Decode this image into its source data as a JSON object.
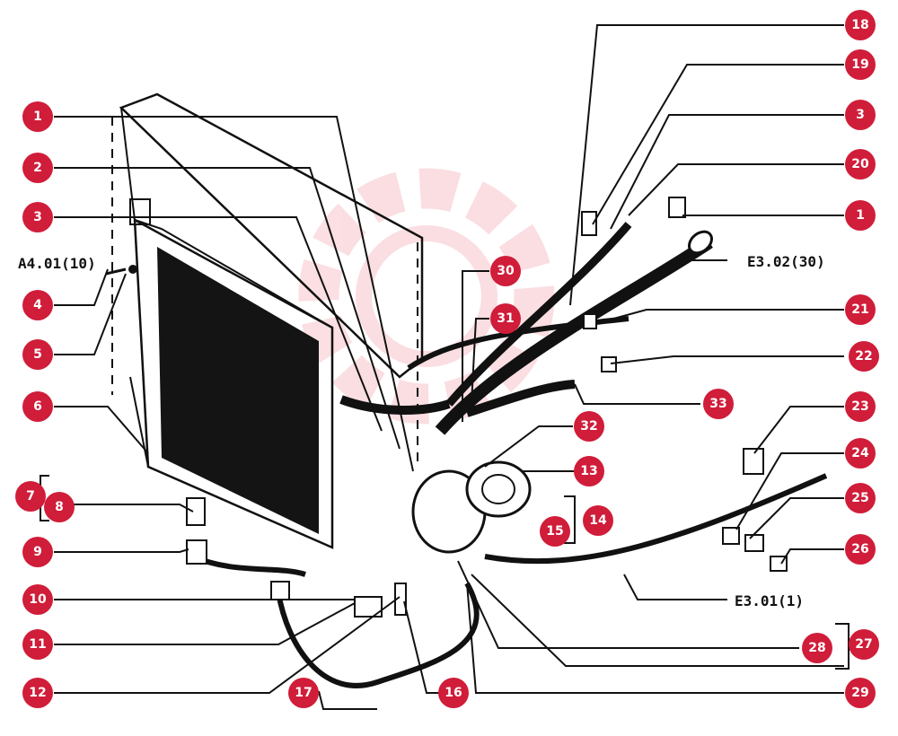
{
  "colors": {
    "badge": "#d01d39",
    "ink": "#111111",
    "watermark": "#f3c9cc"
  },
  "callouts": [
    {
      "id": "c1a",
      "label": "1"
    },
    {
      "id": "c2",
      "label": "2"
    },
    {
      "id": "c3a",
      "label": "3"
    },
    {
      "id": "c4",
      "label": "4"
    },
    {
      "id": "c5",
      "label": "5"
    },
    {
      "id": "c6",
      "label": "6"
    },
    {
      "id": "c7",
      "label": "7"
    },
    {
      "id": "c8",
      "label": "8"
    },
    {
      "id": "c9",
      "label": "9"
    },
    {
      "id": "c10",
      "label": "10"
    },
    {
      "id": "c11",
      "label": "11"
    },
    {
      "id": "c12",
      "label": "12"
    },
    {
      "id": "c17",
      "label": "17"
    },
    {
      "id": "c16",
      "label": "16"
    },
    {
      "id": "c29",
      "label": "29"
    },
    {
      "id": "c28",
      "label": "28"
    },
    {
      "id": "c27",
      "label": "27"
    },
    {
      "id": "c26",
      "label": "26"
    },
    {
      "id": "c25",
      "label": "25"
    },
    {
      "id": "c24",
      "label": "24"
    },
    {
      "id": "c23",
      "label": "23"
    },
    {
      "id": "c22",
      "label": "22"
    },
    {
      "id": "c33",
      "label": "33"
    },
    {
      "id": "c32",
      "label": "32"
    },
    {
      "id": "c13",
      "label": "13"
    },
    {
      "id": "c14",
      "label": "14"
    },
    {
      "id": "c15",
      "label": "15"
    },
    {
      "id": "c21",
      "label": "21"
    },
    {
      "id": "c1b",
      "label": "1"
    },
    {
      "id": "c20",
      "label": "20"
    },
    {
      "id": "c3b",
      "label": "3"
    },
    {
      "id": "c19",
      "label": "19"
    },
    {
      "id": "c18",
      "label": "18"
    },
    {
      "id": "c30",
      "label": "30"
    },
    {
      "id": "c31",
      "label": "31"
    }
  ],
  "references": {
    "a401": "A4.01(10)",
    "e302": "E3.02(30)",
    "e301": "E3.01(1)"
  }
}
